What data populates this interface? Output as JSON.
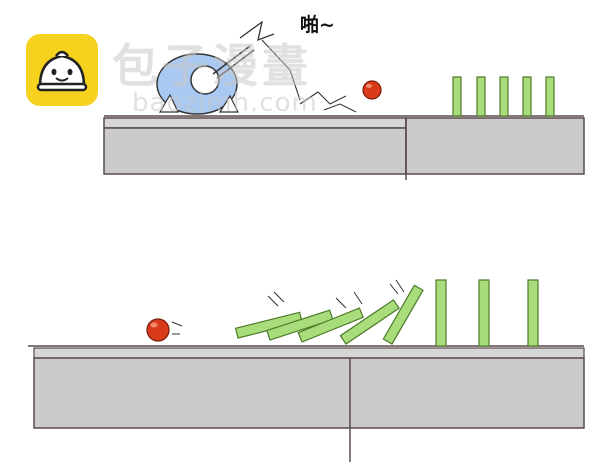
{
  "sound_effect": "啪~",
  "watermark": {
    "logo_icon": "steamed-bun-face-icon",
    "brand_text": "包子漫畫",
    "site_text": "baozimh.com"
  },
  "colors": {
    "table": "#cbcbcb",
    "table_edge": "#5a4a4a",
    "domino_fill": "#a9dc7a",
    "domino_edge": "#4e7a2a",
    "ball": "#d93a1a",
    "fan_blade": "#a9c8f2",
    "logo_yellow": "#f6d21f"
  },
  "panels": [
    {
      "name": "top-panel",
      "dominoes_standing": 5,
      "dominoes_fallen": 0
    },
    {
      "name": "bottom-panel",
      "dominoes_standing": 3,
      "dominoes_fallen": 5
    }
  ]
}
